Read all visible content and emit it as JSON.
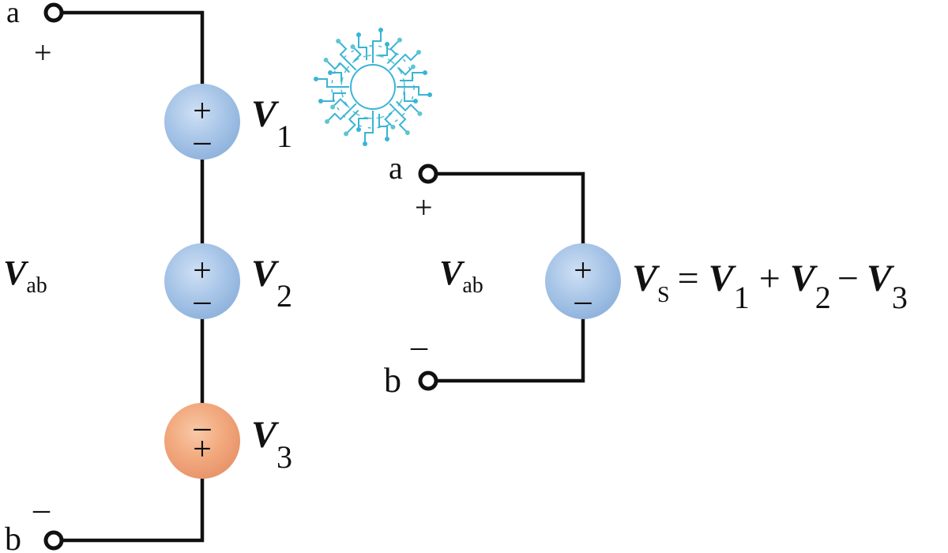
{
  "colors": {
    "series_source": "#a9c6e8",
    "inverted_source": "#f2a97e",
    "wire": "#111111",
    "logo": "#39b4d6"
  },
  "left_circuit": {
    "terminal_a": "a",
    "terminal_b": "b",
    "plus": "+",
    "minus": "–",
    "voltage_label": {
      "main": "V",
      "sub": "ab"
    },
    "sources": [
      {
        "name": "V",
        "sub": "1",
        "top": "+",
        "bottom": "–"
      },
      {
        "name": "V",
        "sub": "2",
        "top": "+",
        "bottom": "–"
      },
      {
        "name": "V",
        "sub": "3",
        "top": "–",
        "bottom": "+"
      }
    ]
  },
  "right_circuit": {
    "terminal_a": "a",
    "terminal_b": "b",
    "plus": "+",
    "minus": "–",
    "voltage_label": {
      "main": "V",
      "sub": "ab"
    },
    "source": {
      "top": "+",
      "bottom": "–"
    },
    "equation": {
      "lhs": "V",
      "lhs_sub": "S",
      "eq": "=",
      "t1": "V",
      "t1_sub": "1",
      "op1": "+",
      "t2": "V",
      "t2_sub": "2",
      "op2": "−",
      "t3": "V",
      "t3_sub": "3"
    }
  },
  "logo": {
    "icon": "circuit-ring-logo-icon"
  }
}
